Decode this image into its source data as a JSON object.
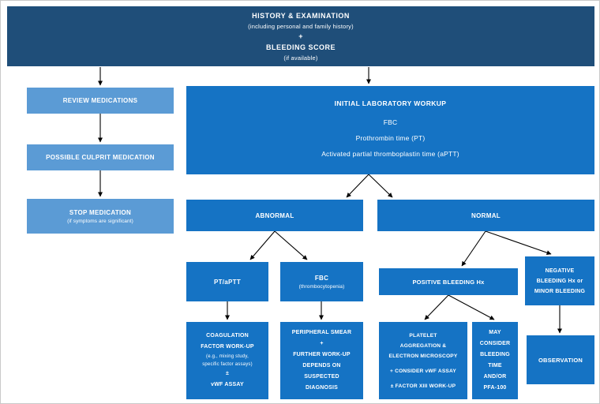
{
  "colors": {
    "header_bg": "#1F4E79",
    "left_branch_bg": "#5B9BD5",
    "main_branch_bg": "#1573C4",
    "text": "#FFFFFF",
    "arrow": "#000000",
    "canvas_border": "#C9C9C9"
  },
  "nodes": {
    "header": {
      "title": "HISTORY & EXAMINATION",
      "subtitle": "(including personal and family history)",
      "plus": "+",
      "score_title": "BLEEDING SCORE",
      "score_note": "(if available)"
    },
    "review_medications": {
      "label": "REVIEW MEDICATIONS"
    },
    "possible_culprit": {
      "label": "POSSIBLE CULPRIT MEDICATION"
    },
    "stop_medication": {
      "label": "STOP MEDICATION",
      "note": "(if symptoms are significant)"
    },
    "initial_workup": {
      "title": "INITIAL LABORATORY WORKUP",
      "lines": [
        "FBC",
        "Prothrombin time (PT)",
        "Activated partial thromboplastin time (aPTT)"
      ]
    },
    "abnormal": {
      "label": "ABNORMAL"
    },
    "normal": {
      "label": "NORMAL"
    },
    "pt_aptt": {
      "label": "PT/aPTT"
    },
    "fbc": {
      "label": "FBC",
      "note": "(thrombocytopenia)"
    },
    "positive_bleeding": {
      "label": "POSITIVE BLEEDING Hx"
    },
    "negative_bleeding": {
      "lines": [
        "NEGATIVE",
        "BLEEDING Hx or",
        "MINOR BLEEDING"
      ]
    },
    "coagulation_workup": {
      "lines": [
        "COAGULATION",
        "FACTOR WORK-UP",
        "(e.g., mixing study,",
        "specific factor assays)",
        "±",
        "vWF ASSAY"
      ]
    },
    "peripheral_smear": {
      "lines": [
        "PERIPHERAL SMEAR",
        "+",
        "FURTHER WORK-UP",
        "DEPENDS ON",
        "SUSPECTED",
        "DIAGNOSIS"
      ]
    },
    "platelet_workup": {
      "lines": [
        "PLATELET",
        "AGGREGATION &",
        "ELECTRON MICROSCOPY",
        "+ CONSIDER vWF ASSAY",
        "± FACTOR XIII WORK-UP"
      ]
    },
    "may_consider": {
      "lines": [
        "MAY",
        "CONSIDER",
        "BLEEDING",
        "TIME",
        "AND/OR",
        "PFA-100"
      ]
    },
    "observation": {
      "label": "OBSERVATION"
    }
  },
  "edges": [
    "header -> review_medications",
    "header -> initial_workup",
    "review_medications -> possible_culprit",
    "possible_culprit -> stop_medication",
    "initial_workup -> abnormal",
    "initial_workup -> normal",
    "abnormal -> pt_aptt",
    "abnormal -> fbc",
    "normal -> positive_bleeding",
    "normal -> negative_bleeding",
    "pt_aptt -> coagulation_workup",
    "fbc -> peripheral_smear",
    "positive_bleeding -> platelet_workup",
    "positive_bleeding -> may_consider",
    "negative_bleeding -> observation"
  ]
}
